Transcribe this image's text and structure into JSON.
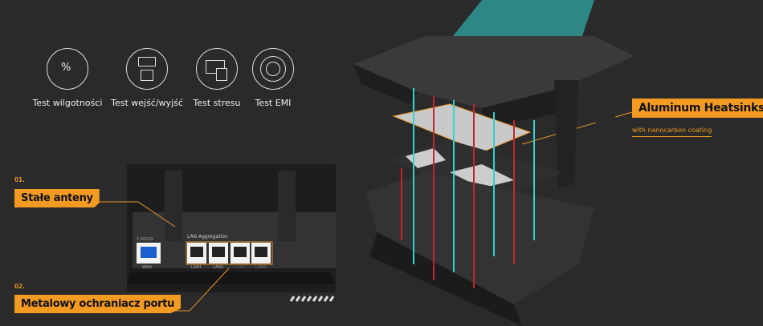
{
  "tests": [
    {
      "label": "Test wilgotności",
      "icon": "humidity-drop-icon"
    },
    {
      "label": "Test wejść/wyjść",
      "icon": "ports-icon"
    },
    {
      "label": "Test stresu",
      "icon": "devices-gear-icon"
    },
    {
      "label": "Test EMI",
      "icon": "antenna-signal-icon"
    }
  ],
  "callouts": {
    "c1": {
      "number": "01.",
      "label": "Stałe anteny"
    },
    "c2": {
      "number": "02.",
      "label": "Metalowy ochraniacz portu"
    },
    "heatsink": {
      "label": "Aluminum Heatsinks",
      "sub": "with nanocarbon coating"
    }
  },
  "router_panel": {
    "lan_aggregation": "LAN Aggregation",
    "wan_speed": "2.5G/1G",
    "ports": [
      "WAN",
      "LAN1",
      "LAN2",
      "LAN3",
      "LAN4"
    ]
  },
  "colors": {
    "accent": "#f29a22",
    "background": "#2a2a2a",
    "teal": "#2fd3d0",
    "red": "#c0292b"
  }
}
